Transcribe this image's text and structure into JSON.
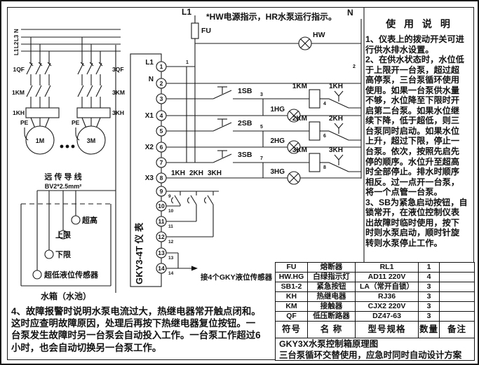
{
  "top_note": {
    "l1": "L1",
    "n": "N",
    "note": "*HW电源指示，HR水泵运行指示。",
    "fu": "FU",
    "hw": "HW",
    "wire1": "1",
    "wire2": "2"
  },
  "power": {
    "bus": [
      "N",
      "L3",
      "L2",
      "L1"
    ],
    "left": {
      "qf": "1QF",
      "km": "1KM",
      "kh": "1KH",
      "pe": "PE",
      "m": "1M"
    },
    "right": {
      "qf": "3QF",
      "km": "3KM",
      "kh": "3KH",
      "pe": "PE",
      "m": "3M"
    },
    "remote1": "远 传 导 线",
    "remote2": "BV2*2.5mm²"
  },
  "tank": {
    "s1": "超高",
    "s2": "上限",
    "s3": "下限",
    "s4": "超低液位传感器",
    "label": "水箱（水池）"
  },
  "inst": {
    "name": "GKY3-4T 仪 表",
    "t1": "L1",
    "t2": "N",
    "t4": "X1",
    "t6": "X2",
    "t8": "X3",
    "nums": [
      "1",
      "2",
      "3",
      "4",
      "5",
      "6",
      "7",
      "8",
      "9",
      "10",
      "11",
      "12",
      "13",
      "14"
    ],
    "sub": [
      "9",
      "10",
      "11",
      "12",
      "13",
      "14"
    ],
    "kh1": "1KH",
    "kh2": "2KH",
    "kh3": "3KH",
    "sensor_note": "接4个GKY液位传感器"
  },
  "ctrl": {
    "b1": {
      "sb": "1SB",
      "j": "3",
      "km": "1KM",
      "w": "4",
      "kh": "1KH",
      "hg": "1HG"
    },
    "b2": {
      "sb": "2SB",
      "j": "5",
      "km": "2KM",
      "w": "6",
      "kh": "2KH",
      "hg": "2HG"
    },
    "b3": {
      "sb": "3SB",
      "j": "7",
      "km": "3KM",
      "w": "8",
      "kh": "3KH",
      "hg": "3HG"
    }
  },
  "usage": {
    "title": "使 用 说 明",
    "lines": [
      "1、仪表上的拨动开关可进",
      "行供水排水设置。",
      "2、在供水状态时，水位低",
      "于上限开一台泵，超过超",
      "高停泵，三台泵循环使用",
      "使用。如果一台泵供水量",
      "不够，水位降至下限时开",
      "启第二台泵。如果水位继",
      "续下降，低于超低，则三",
      "台泵同时启动。如果水位",
      "上升，超过下限，停止一",
      "台泵。依次，按照先启先",
      "停的顺序。水位升至超高",
      "时全部停止。排水时顺序",
      "相反。过一点开一台泵，",
      "将一个点管一台泵。",
      "3、SB为紧急启动按钮，自",
      "锁常开，在液位控制仪表",
      "出故障时临时使用，按下",
      "时则水泵启动，顺时针旋",
      "转则水泵停止工作。"
    ]
  },
  "note4": {
    "lines": [
      "4、故障报警时说明水泵电流过大，热继电器常开触点闭和。",
      "这时应查明故障原因，处理后再按下热继电器复位按钮。一",
      "台泵发生故障时另一台泵会自动投入工作。一台泵工作超过6",
      "小时，也会自动切换另一台泵工作。"
    ]
  },
  "table": {
    "rows": [
      [
        "FU",
        "熔断器",
        "RL1",
        "1",
        ""
      ],
      [
        "HW.HG",
        "白绿指示灯",
        "AD11 220V",
        "4",
        ""
      ],
      [
        "SB1-2",
        "紧急按钮",
        "LA（常开自锁）",
        "3",
        ""
      ],
      [
        "KH",
        "热继电器",
        "RJ36",
        "3",
        ""
      ],
      [
        "KM",
        "接触器",
        "CJX2  220V",
        "3",
        ""
      ],
      [
        "QF",
        "低压断路器",
        "DZ47-63",
        "3",
        ""
      ]
    ],
    "headers": [
      "符号",
      "名 称",
      "型号规格",
      "数量",
      "备注"
    ],
    "title1": "GKY3X水泵控制箱原理图",
    "title2": "三台泵循环交替使用，应急时同时自动设计方案"
  }
}
